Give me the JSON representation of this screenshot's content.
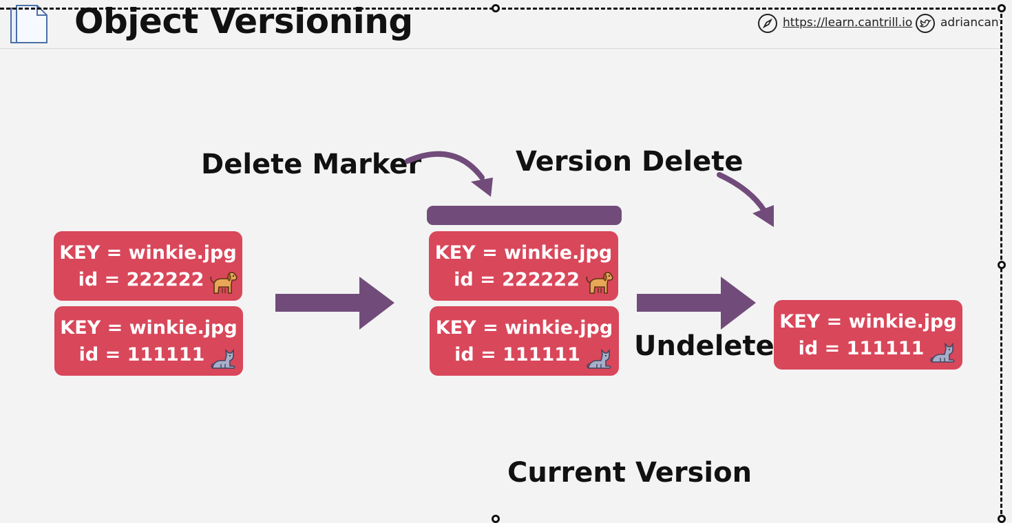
{
  "header": {
    "title": "Object Versioning",
    "link": "https://learn.cantrill.io",
    "twitter": "adriancantrill"
  },
  "labels": {
    "delete_marker": "Delete Marker",
    "version_delete": "Version Delete",
    "undelete": "Undelete",
    "current_version": "Current Version"
  },
  "cards": {
    "left_top": {
      "key": "KEY = winkie.jpg",
      "id": "id = 222222",
      "icon": "dog-icon"
    },
    "left_bottom": {
      "key": "KEY = winkie.jpg",
      "id": "id = 111111",
      "icon": "cat-icon"
    },
    "mid_top": {
      "key": "KEY = winkie.jpg",
      "id": "id = 222222",
      "icon": "dog-icon"
    },
    "mid_bottom": {
      "key": "KEY = winkie.jpg",
      "id": "id = 111111",
      "icon": "cat-icon"
    },
    "right": {
      "key": "KEY = winkie.jpg",
      "id": "id = 111111",
      "icon": "cat-icon"
    }
  },
  "colors": {
    "card": "#d9475a",
    "arrow": "#714c7a",
    "background": "#f3f3f3"
  }
}
